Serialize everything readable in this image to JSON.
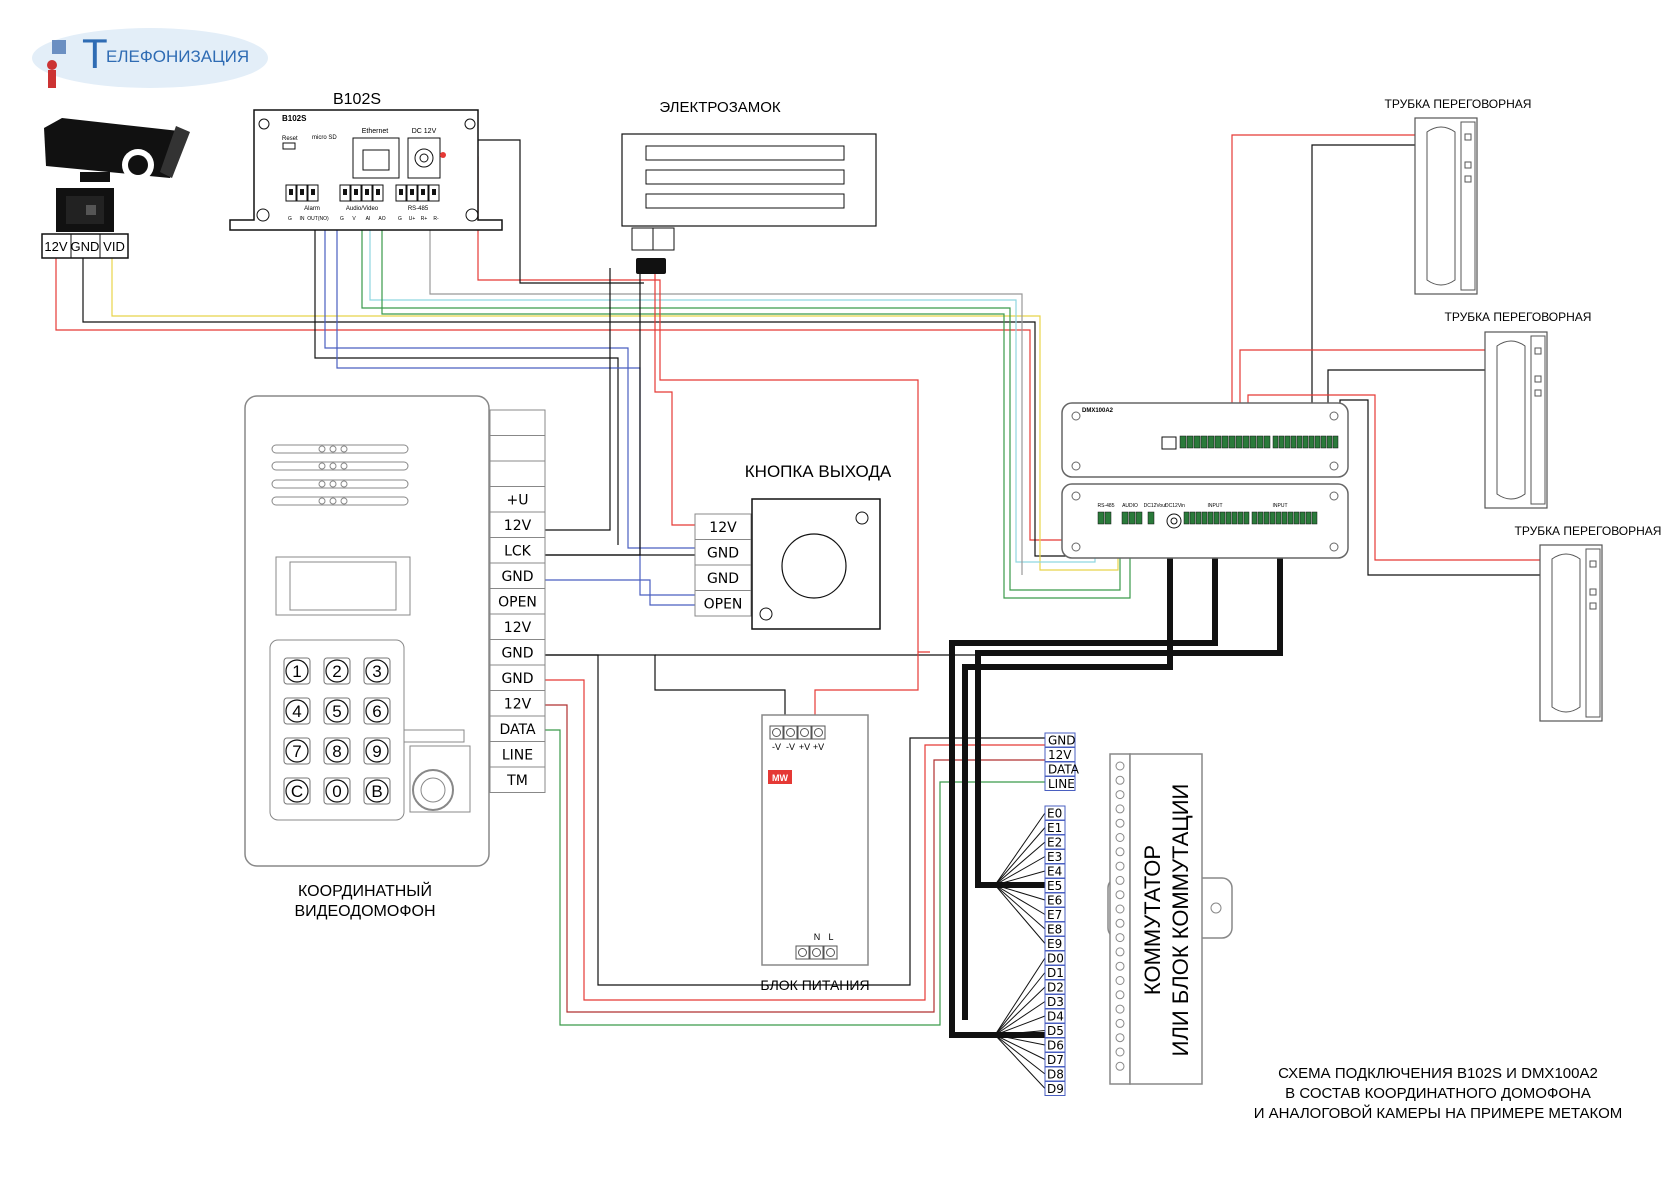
{
  "logo": {
    "text": "ЕЛЕФОНИЗАЦИЯ",
    "letter": "Т"
  },
  "camera": {
    "terminals": [
      "12V",
      "GND",
      "VID"
    ],
    "icon": "cctv-camera-icon"
  },
  "b102s": {
    "title": "B102S",
    "plate_label": "B102S",
    "reset": "Reset",
    "sd": "micro SD",
    "ethernet": "Ethernet",
    "dc": "DC 12V",
    "groups": [
      "Alarm",
      "Audio/Video",
      "RS-485"
    ],
    "pins": [
      "G",
      "IN",
      "OUT(NO)",
      "G",
      "V",
      "AI",
      "AO",
      "G",
      "U+",
      "R+",
      "R-"
    ]
  },
  "lock": {
    "title": "ЭЛЕКТРОЗАМОК"
  },
  "exit_button": {
    "title": "КНОПКА ВЫХОДА",
    "terminals": [
      "12V",
      "GND",
      "GND",
      "OPEN"
    ]
  },
  "panel": {
    "caption_line1": "КООРДИНАТНЫЙ",
    "caption_line2": "ВИДЕОДОМОФОН",
    "terminals": [
      "",
      "",
      "",
      "+U",
      "12V",
      "LCK",
      "GND",
      "OPEN",
      "12V",
      "GND",
      "GND",
      "12V",
      "DATA",
      "LINE",
      "TM"
    ],
    "keys": [
      "1",
      "2",
      "3",
      "4",
      "5",
      "6",
      "7",
      "8",
      "9",
      "C",
      "0",
      "B"
    ]
  },
  "psu": {
    "caption": "БЛОК ПИТАНИЯ",
    "outputs": [
      "-V",
      "-V",
      "+V",
      "+V"
    ],
    "inputs": [
      "N",
      "L"
    ],
    "brand": "MW"
  },
  "dmx_top": {
    "title": "DMX100A2"
  },
  "dmx_bottom": {
    "labels": [
      "RS-485",
      "AUDIO",
      "DC12Vout",
      "DC12Vin",
      "INPUT",
      "INPUT"
    ]
  },
  "handsets": [
    {
      "label": "ТРУБКА ПЕРЕГОВОРНАЯ"
    },
    {
      "label": "ТРУБКА ПЕРЕГОВОРНАЯ"
    },
    {
      "label": "ТРУБКА ПЕРЕГОВОРНАЯ"
    }
  ],
  "switch_terminals": {
    "top": [
      "GND",
      "12V",
      "DATA",
      "LINE"
    ],
    "e": [
      "E0",
      "E1",
      "E2",
      "E3",
      "E4",
      "E5",
      "E6",
      "E7",
      "E8",
      "E9"
    ],
    "d": [
      "D0",
      "D1",
      "D2",
      "D3",
      "D4",
      "D5",
      "D6",
      "D7",
      "D8",
      "D9"
    ]
  },
  "commutator": {
    "line1": "КОММУТАТОР",
    "line2": "ИЛИ БЛОК КОММУТАЦИИ"
  },
  "caption": {
    "line1": "СХЕМА ПОДКЛЮЧЕНИЯ B102S И DMX100A2",
    "line2": "В СОСТАВ КООРДИНАТНОГО ДОМОФОНА",
    "line3": "И АНАЛОГОВОЙ КАМЕРЫ НА ПРИМЕРЕ МЕТАКОМ"
  },
  "colors": {
    "red": "#e53935",
    "green": "#3a9a4a",
    "blue": "#4a5fc0",
    "yellow": "#e8d44a",
    "cyan": "#8fd6e0",
    "black": "#111111",
    "frame": "#555555"
  }
}
